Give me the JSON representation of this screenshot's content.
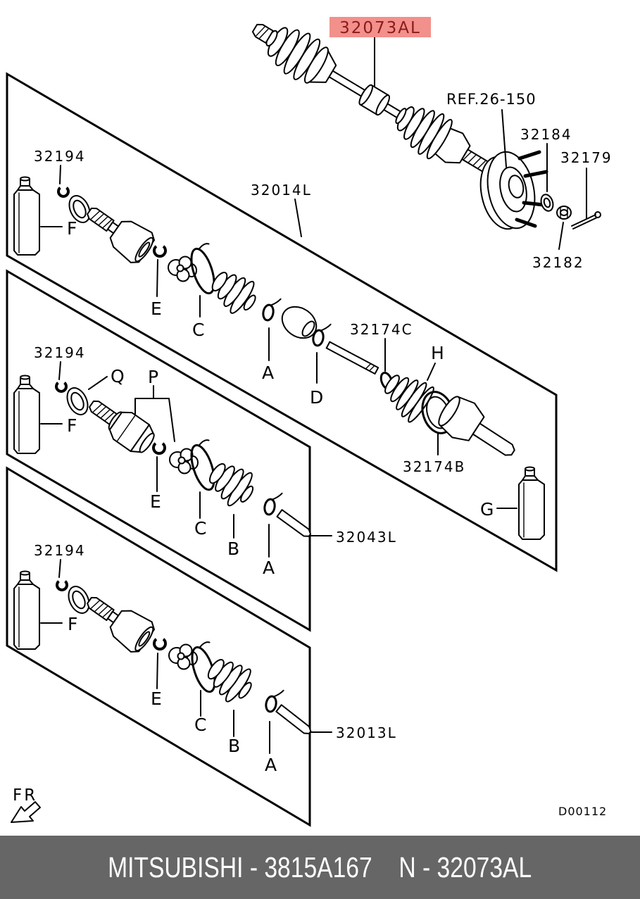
{
  "diagram": {
    "highlighted_part": "32073AL",
    "reference": "REF.26-150",
    "hub": {
      "washer": "32184",
      "cotter_pin": "32179",
      "nut": "32182"
    },
    "assemblies": {
      "full": "32014L",
      "mid": "32043L",
      "short": "32013L"
    },
    "shared": {
      "snap_ring": "32194",
      "outer_band_small": "32174C",
      "outer_band_large": "32174B"
    },
    "callouts": {
      "a": "A",
      "b": "B",
      "c": "C",
      "d": "D",
      "e": "E",
      "f": "F",
      "g": "G",
      "h": "H",
      "p": "P",
      "q": "Q"
    },
    "front_marker": "FR",
    "drawing_no": "D00112"
  },
  "footer": {
    "left": "MITSUBISHI - 3815A167",
    "right": "N - 32073AL"
  },
  "colors": {
    "highlight_bg": "#F2908B",
    "highlight_text": "#8C1A1A",
    "footer_bg": "#666666",
    "footer_text": "#FFFFFF",
    "line": "#000000",
    "background": "#FFFFFF"
  }
}
